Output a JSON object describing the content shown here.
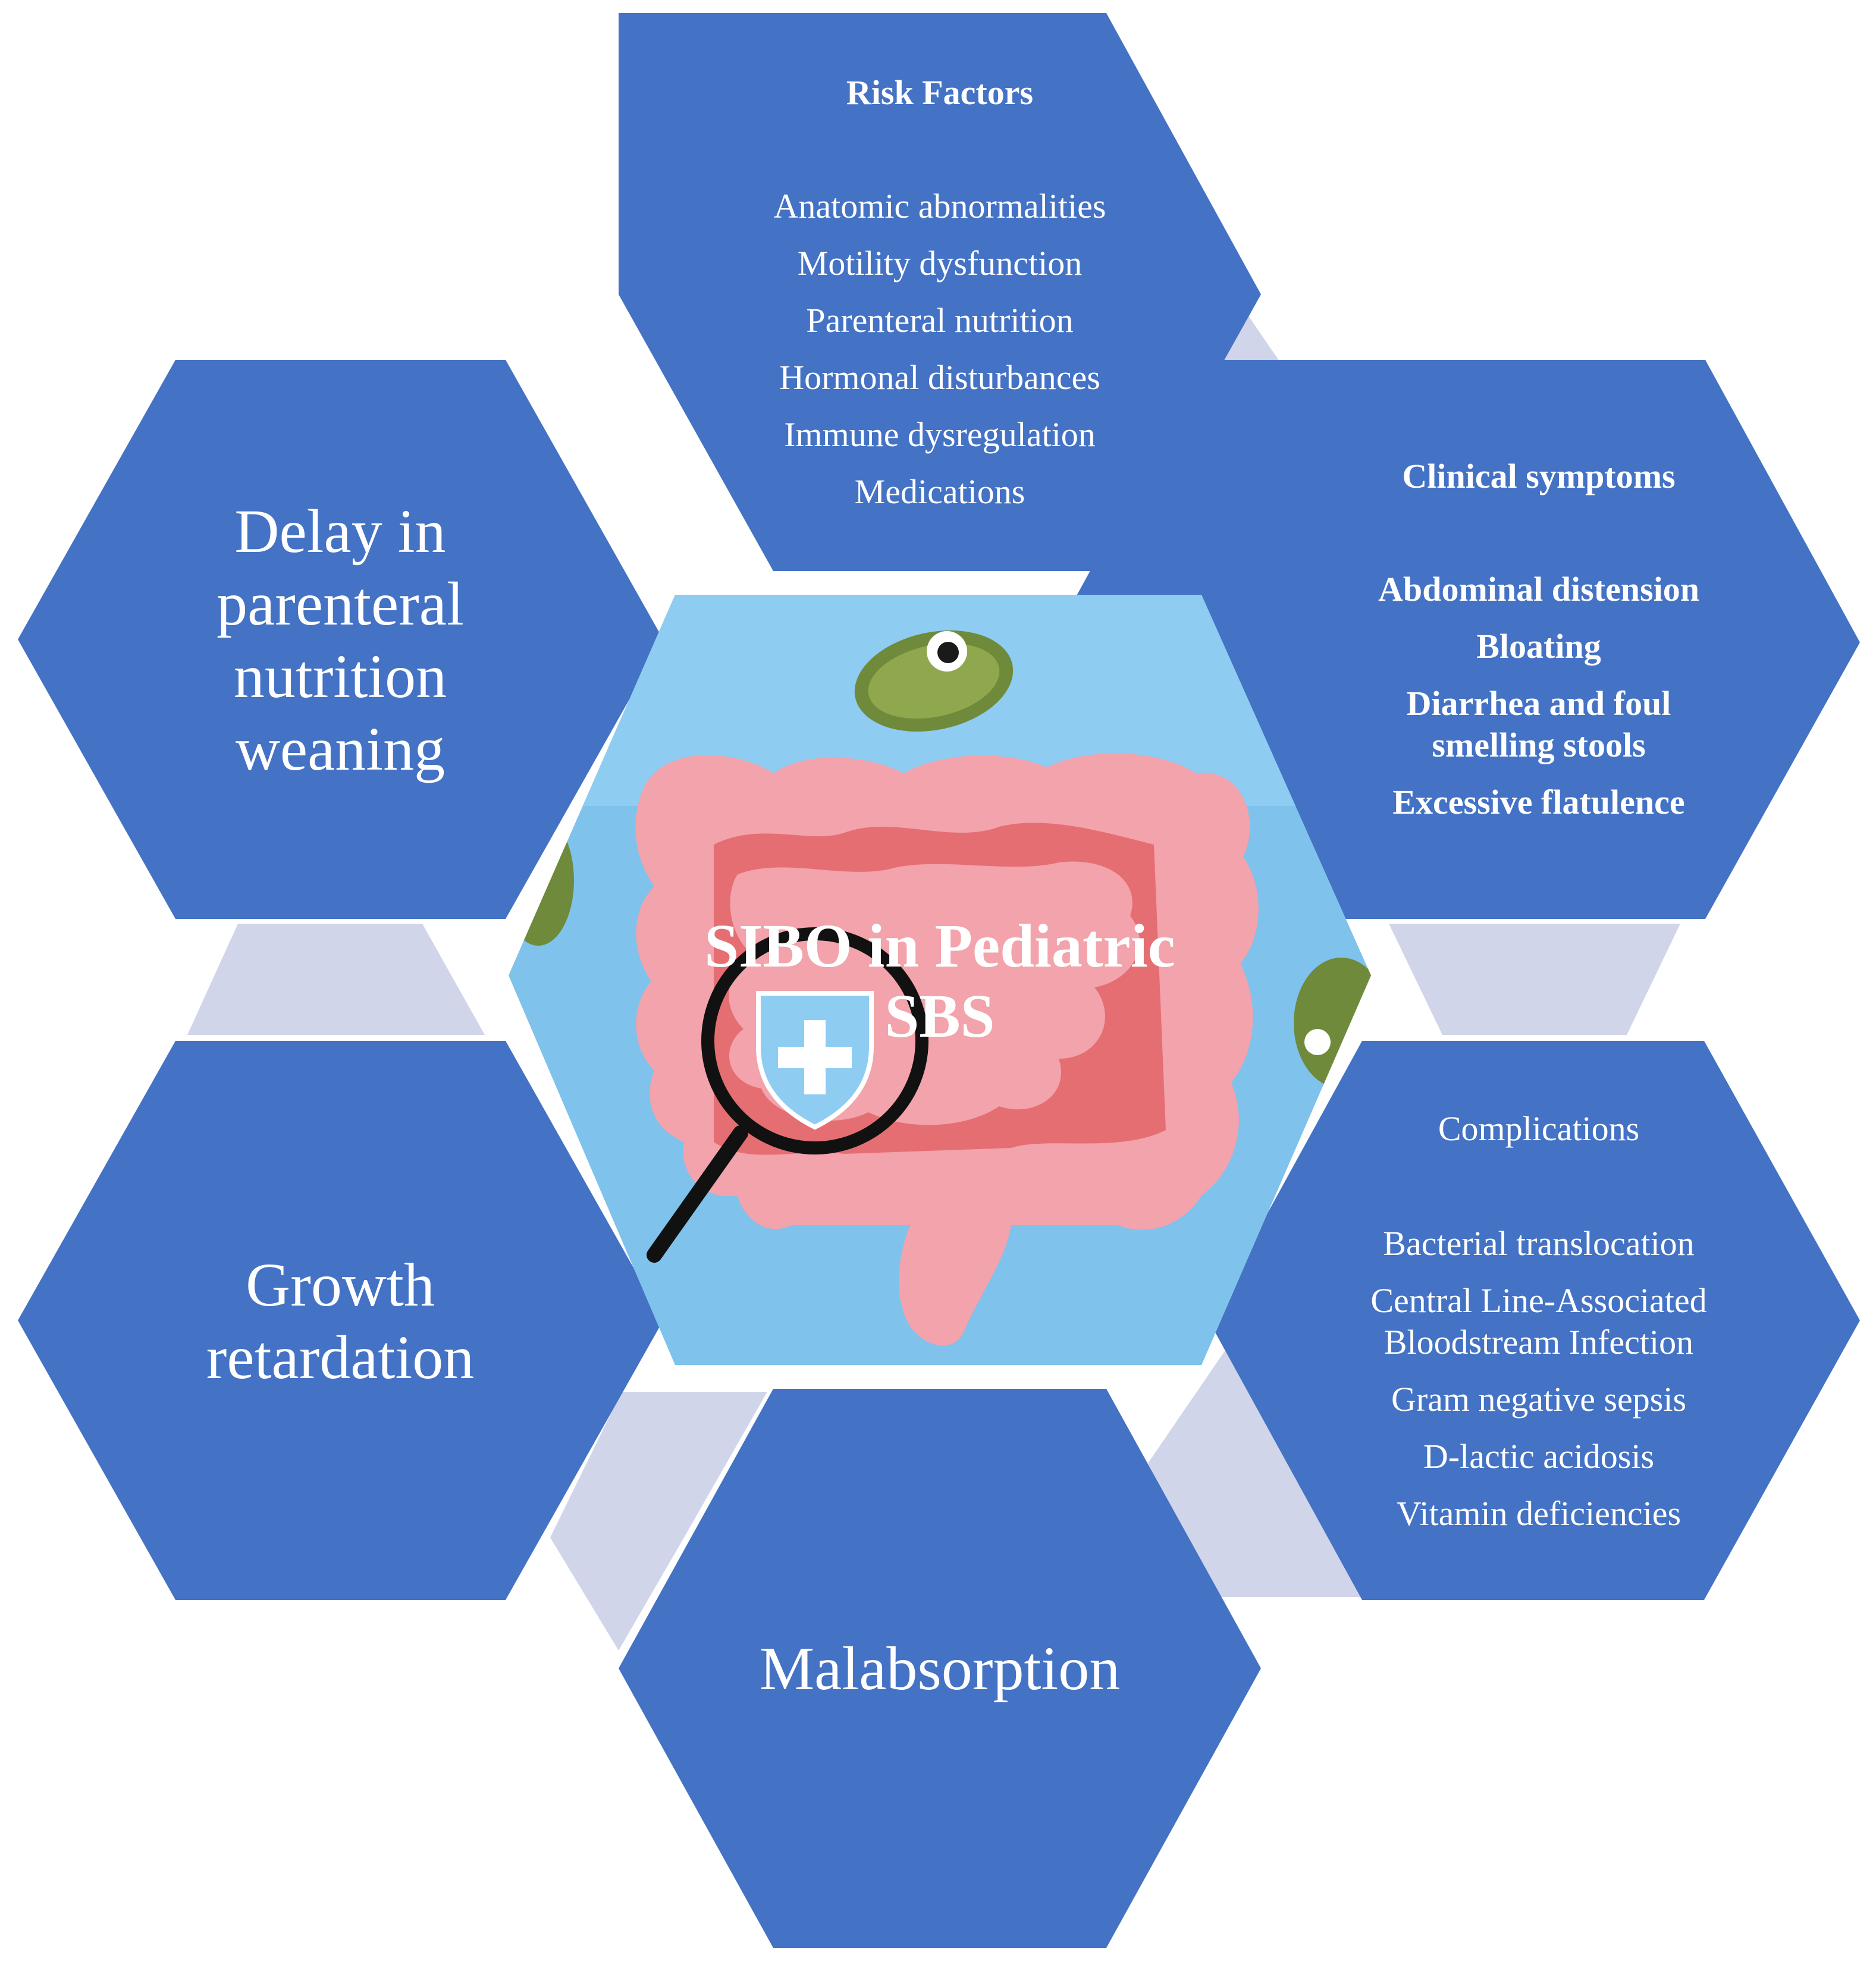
{
  "center": {
    "title_lines": [
      "SIBO in Pediatric",
      "SBS"
    ]
  },
  "risk_factors": {
    "title": "Risk Factors",
    "items": [
      "Anatomic abnormalities",
      "Motility dysfunction",
      "Parenteral nutrition",
      "Hormonal disturbances",
      "Immune dysregulation",
      "Medications"
    ]
  },
  "clinical_symptoms": {
    "title": "Clinical symptoms",
    "items": [
      [
        "Abdominal distension"
      ],
      [
        "Bloating"
      ],
      [
        "Diarrhea and foul",
        "smelling stools"
      ],
      [
        "Excessive flatulence"
      ]
    ]
  },
  "complications": {
    "title": "Complications",
    "items": [
      [
        "Bacterial translocation"
      ],
      [
        "Central Line-Associated",
        "Bloodstream Infection"
      ],
      [
        "Gram negative sepsis"
      ],
      [
        "D-lactic acidosis"
      ],
      [
        "Vitamin deficiencies"
      ]
    ]
  },
  "malabsorption": {
    "lines": [
      "Malabsorption"
    ]
  },
  "growth_retardation": {
    "lines": [
      "Growth",
      "retardation"
    ]
  },
  "pn_weaning_delay": {
    "lines": [
      "Delay in",
      "parenteral",
      "nutrition",
      "weaning"
    ]
  },
  "colors": {
    "hexagon_fill": "#4472C4",
    "connector_fill": "#D0D5EA",
    "center_background": "#7FC2EC",
    "intestine": "#F2A3AB",
    "text": "#FFFFFF"
  }
}
